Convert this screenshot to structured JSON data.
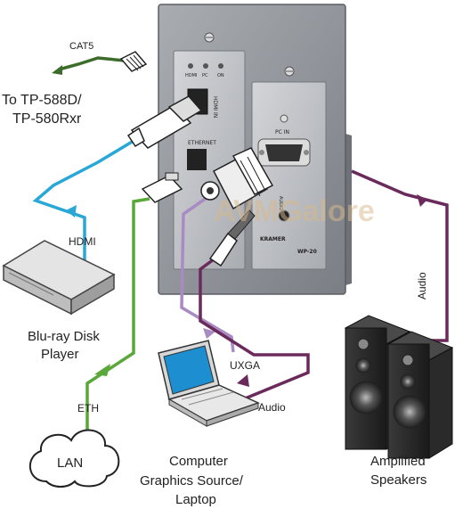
{
  "labels": {
    "cat5": "CAT5",
    "to_tp_line1": "To TP-588D/",
    "to_tp_line2": "TP-580Rxr",
    "hdmi": "HDMI",
    "bluray_line1": "Blu-ray Disk",
    "bluray_line2": "Player",
    "eth": "ETH",
    "lan": "LAN",
    "uxga": "UXGA",
    "audio_laptop": "Audio",
    "audio_speakers": "Audio",
    "computer_line1": "Computer",
    "computer_line2": "Graphics Source/",
    "computer_line3": "Laptop",
    "speakers_line1": "Amplified",
    "speakers_line2": "Speakers"
  },
  "panel": {
    "led_labels": [
      "HDMI",
      "PC",
      "ON"
    ],
    "hdmi_in": "HDMI IN",
    "pc_in": "PC IN",
    "ethernet": "ETHERNET",
    "audio_in": "AUDIO IN",
    "kramer": "KRAMER",
    "model": "WP-20"
  },
  "watermark": "AVMGalore",
  "colors": {
    "hdmi_cable": "#29a8d8",
    "eth_cable": "#5aa83a",
    "cat5_cable": "#3d6b2a",
    "uxga_cable": "#a98bc4",
    "audio_cable": "#6b2a5c",
    "plate": "#8f9399",
    "module": "#bcbfc3"
  }
}
